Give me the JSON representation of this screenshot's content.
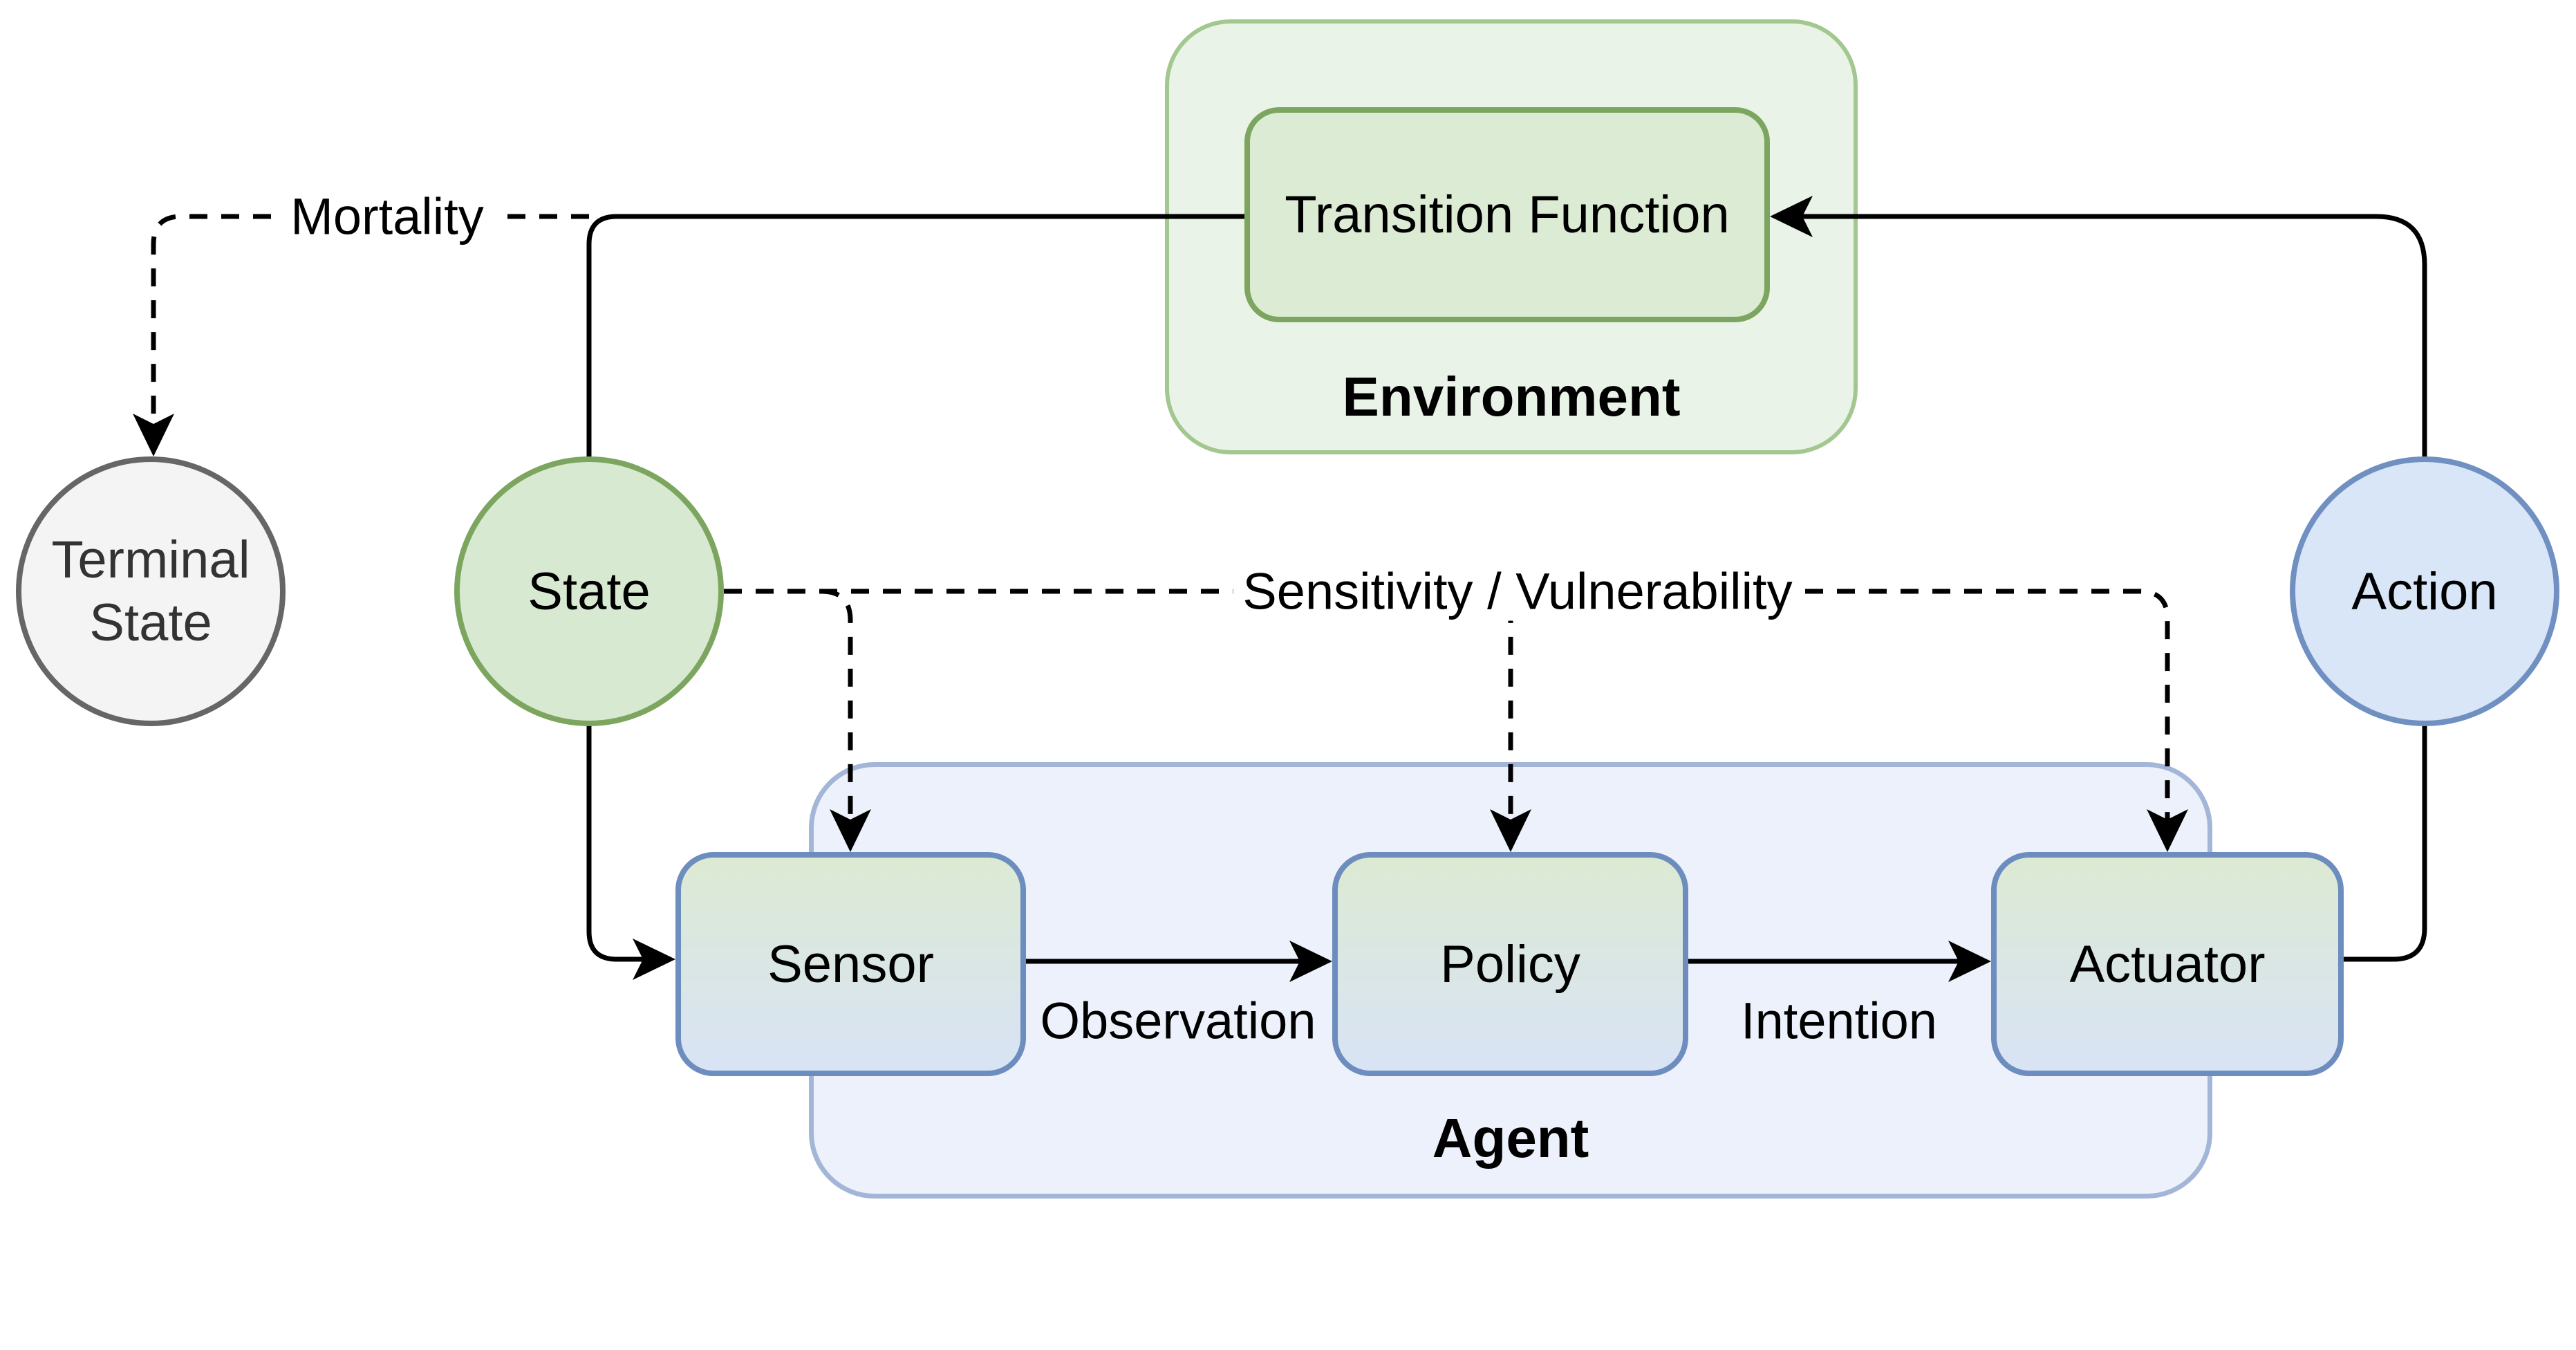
{
  "containers": {
    "environment": {
      "label": "Environment"
    },
    "agent": {
      "label": "Agent"
    }
  },
  "nodes": {
    "transition_function": {
      "label": "Transition Function"
    },
    "terminal_state": {
      "label": "Terminal State"
    },
    "state": {
      "label": "State"
    },
    "action": {
      "label": "Action"
    },
    "sensor": {
      "label": "Sensor"
    },
    "policy": {
      "label": "Policy"
    },
    "actuator": {
      "label": "Actuator"
    }
  },
  "edges": {
    "mortality": {
      "label": "Mortality",
      "style": "dashed",
      "from": "state-loop",
      "to": "terminal_state"
    },
    "sensitivity_vulnerability": {
      "label": "Sensitivity / Vulnerability",
      "style": "dashed",
      "from": "state",
      "to": "sensor, policy, actuator"
    },
    "observation": {
      "label": "Observation",
      "style": "solid",
      "from": "sensor",
      "to": "policy"
    },
    "intention": {
      "label": "Intention",
      "style": "solid",
      "from": "policy",
      "to": "actuator"
    }
  },
  "colors": {
    "environment_fill": "#eaf3e8",
    "environment_stroke": "#a2c78f",
    "green_node_fill": "#dcebd4",
    "green_node_stroke": "#7ca65f",
    "agent_fill": "#ecf1fb",
    "agent_stroke": "#a3b6d7",
    "agent_box_fill_top": "#dcead3",
    "agent_box_fill_bottom": "#d8e3f5",
    "blue_node_stroke": "#6d8dbe",
    "action_fill": "#d9e6f8",
    "terminal_fill": "#f4f4f4",
    "terminal_stroke": "#666666",
    "line_color": "#000000"
  }
}
